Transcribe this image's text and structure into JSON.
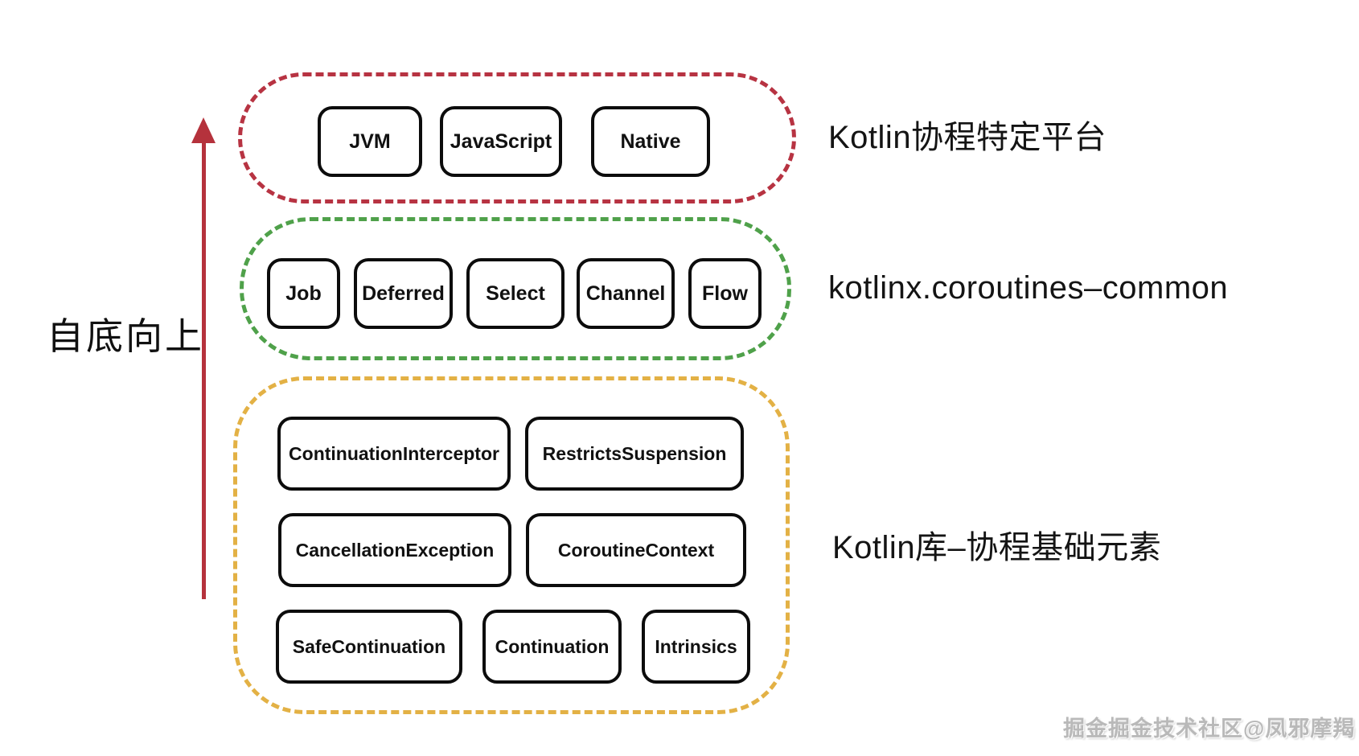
{
  "arrow": {
    "label": "自底向上",
    "color": "#b5323c"
  },
  "layers": [
    {
      "id": "platform",
      "label": "Kotlin协程特定平台",
      "border_color": "#b73342",
      "boxes": [
        "JVM",
        "JavaScript",
        "Native"
      ]
    },
    {
      "id": "coroutines-common",
      "label": "kotlinx.coroutines–common",
      "border_color": "#4fa14a",
      "boxes": [
        "Job",
        "Deferred",
        "Select",
        "Channel",
        "Flow"
      ]
    },
    {
      "id": "stdlib-basics",
      "label": "Kotlin库–协程基础元素",
      "border_color": "#e3b145",
      "boxes": [
        "ContinuationInterceptor",
        "RestrictsSuspension",
        "CancellationException",
        "CoroutineContext",
        "SafeContinuation",
        "Continuation",
        "Intrinsics"
      ]
    }
  ],
  "watermark": {
    "text": "掘金掘金技术社区@凤邪摩羯"
  },
  "colors": {
    "box_border": "#0c0c0c",
    "background": "#ffffff"
  }
}
